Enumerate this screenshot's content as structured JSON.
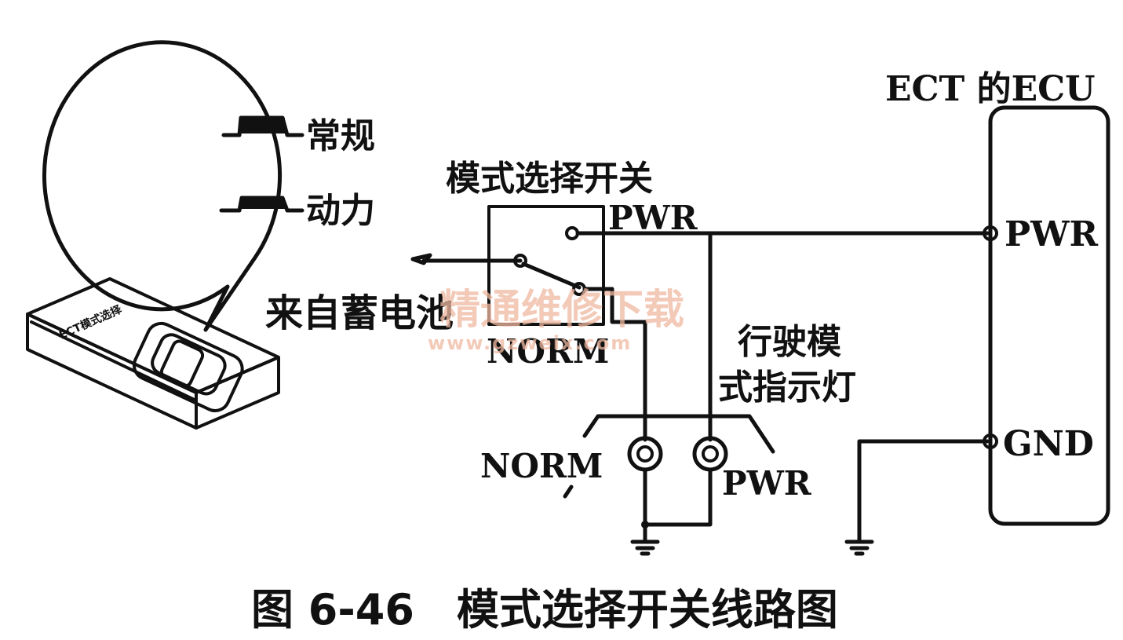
{
  "labels": {
    "ecu_title": "ECT 的ECU",
    "ecu_pwr": "PWR",
    "ecu_gnd": "GND",
    "switch_title": "模式选择开关",
    "switch_pwr": "PWR",
    "switch_norm": "NORM",
    "battery": "来自蓄电池",
    "indicator_line1": "行驶模",
    "indicator_line2": "式指示灯",
    "lamp_norm": "NORM",
    "lamp_pwr": "PWR",
    "bubble_normal": "常规",
    "bubble_power": "动力",
    "panel_text": "ECT模式选择",
    "caption": "图 6-46　模式选择开关线路图"
  },
  "watermark": {
    "text": "精通维修下载",
    "url": "www.gzweix.com",
    "color": "#f0b8a0"
  }
}
